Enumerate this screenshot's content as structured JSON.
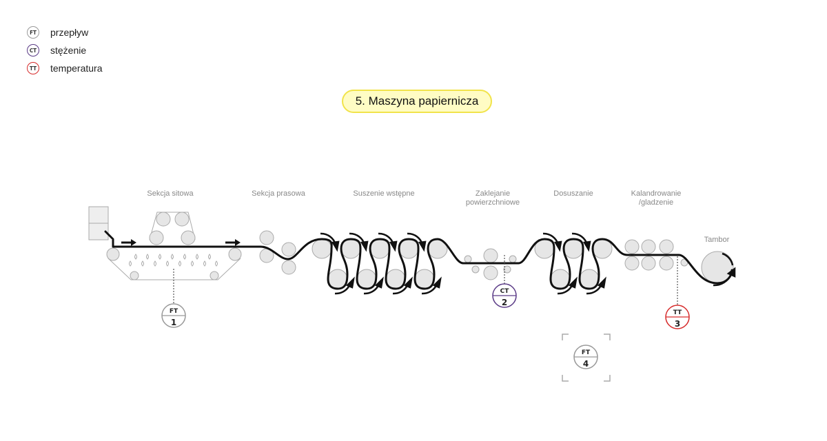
{
  "legend": [
    {
      "code": "FT",
      "label": "przepływ",
      "color": "#999999"
    },
    {
      "code": "CT",
      "label": "stężenie",
      "color": "#5a3a86"
    },
    {
      "code": "TT",
      "label": "temperatura",
      "color": "#d62a2a"
    }
  ],
  "title": "5. Maszyna papiernicza",
  "sections": [
    {
      "label": "Sekcja sitowa"
    },
    {
      "label": "Sekcja prasowa"
    },
    {
      "label": "Suszenie wstępne"
    },
    {
      "label": "Zaklejanie\npowierzchniowe",
      "line1": "Zaklejanie",
      "line2": "powierzchniowe"
    },
    {
      "label": "Dosuszanie"
    },
    {
      "label": "Kalandrowanie\n/gladzenie",
      "line1": "Kalandrowanie",
      "line2": "/gladzenie"
    },
    {
      "label": "Tambor"
    }
  ],
  "instruments": [
    {
      "code": "FT",
      "number": "1",
      "color": "#999999"
    },
    {
      "code": "CT",
      "number": "2",
      "color": "#5a3a86"
    },
    {
      "code": "TT",
      "number": "3",
      "color": "#d62a2a"
    },
    {
      "code": "FT",
      "number": "4",
      "color": "#999999"
    }
  ]
}
